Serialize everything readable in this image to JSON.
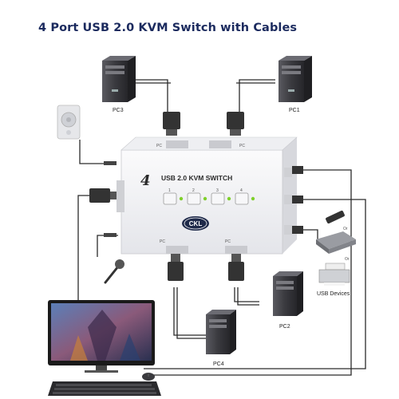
{
  "title": "4 Port USB 2.0 KVM Switch with Cables",
  "device": {
    "port_count_mark": "4",
    "model_text": "USB 2.0 KVM SWITCH",
    "logo_text": "CKL",
    "port_buttons": [
      "1",
      "2",
      "3",
      "4"
    ]
  },
  "pcs": {
    "pc1": "PC1",
    "pc2": "PC2",
    "pc3": "PC3",
    "pc4": "PC4"
  },
  "usb": {
    "or_label_1": "Or",
    "or_label_2": "Or",
    "devices_label": "USB Devices"
  },
  "colors": {
    "title": "#1b2a5e",
    "switch_body": "#f4f4f6",
    "tower": "#3a3a3e",
    "cable": "#2b2b2b",
    "led": "#7fd02b"
  }
}
